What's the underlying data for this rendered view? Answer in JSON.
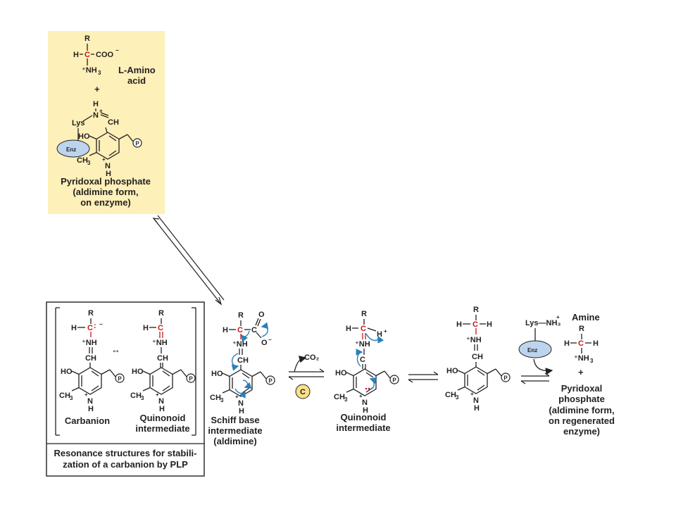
{
  "top_box": {
    "amino_acid_label_1": "L-Amino",
    "amino_acid_label_2": "acid",
    "plus": "+",
    "plp_label_1": "Pyridoxal phosphate",
    "plp_label_2": "(aldimine form,",
    "plp_label_3": "on enzyme)",
    "enz": "Enz",
    "lys": "Lys",
    "colors": {
      "box_bg": "#fdf0b8",
      "enz_fill": "#bcd4ee",
      "carbon_red": "#c4161c",
      "arrow_blue": "#2a7fb8",
      "circle_c": "#fbe08a"
    }
  },
  "resonance_box": {
    "carbanion_label": "Carbanion",
    "quinonoid_label_1": "Quinonoid",
    "quinonoid_label_2": "intermediate",
    "caption_1": "Resonance structures for stabili-",
    "caption_2": "zation of a carbanion by PLP",
    "resonance_symbol": "↔"
  },
  "schiff": {
    "label_1": "Schiff base",
    "label_2": "intermediate",
    "label_3": "(aldimine)"
  },
  "co2": "CO₂",
  "c_badge": "C",
  "quinonoid": {
    "label_1": "Quinonoid",
    "label_2": "intermediate"
  },
  "final": {
    "amine_label": "Amine",
    "plus": "+",
    "plp_1": "Pyridoxal",
    "plp_2": "phosphate",
    "plp_3": "(aldimine form,",
    "plp_4": "on regenerated",
    "plp_5": "enzyme)",
    "enz": "Enz",
    "lys_nh3": "Lys—NH₃"
  }
}
